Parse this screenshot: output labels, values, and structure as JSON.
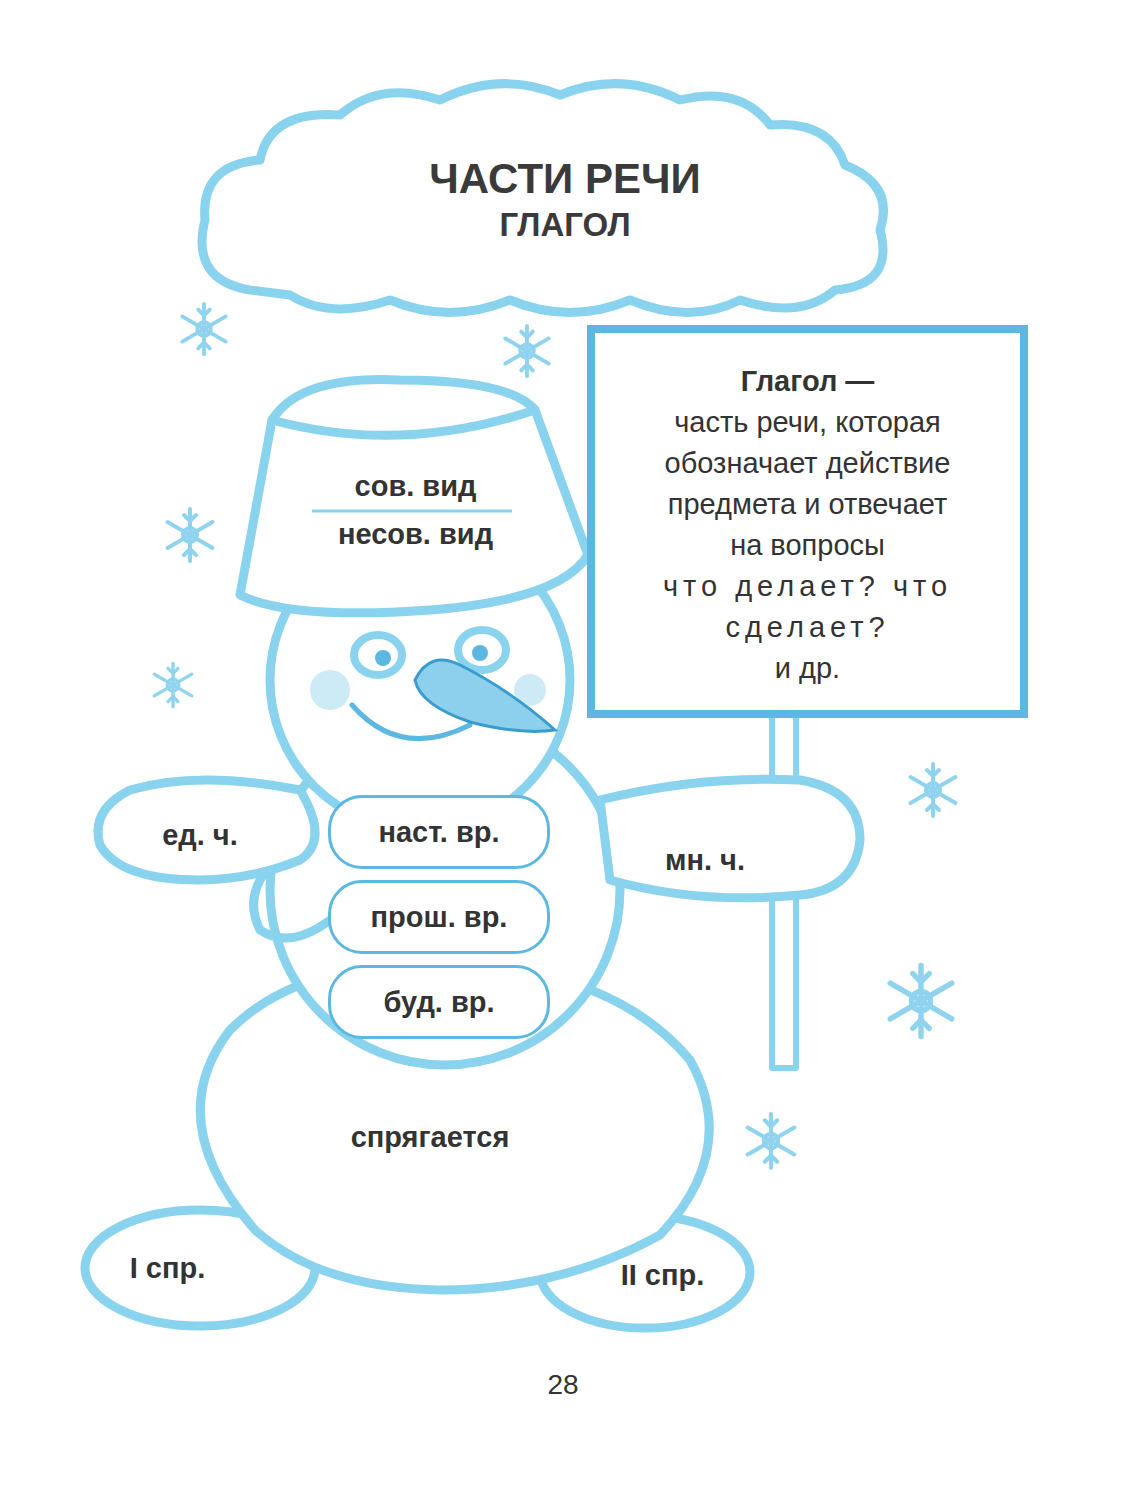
{
  "diagram": {
    "nodes": [
      {
        "text": [
          "ЧАСТИ РЕЧИ",
          "ГЛАГОЛ"
        ]
      },
      {
        "text": [
          "Глагол —",
          "часть речи, которая обозначает действие предмета и отвечает на вопросы",
          "что делает? что сделает?",
          "и др."
        ]
      },
      {
        "text": [
          "сов. вид",
          "несов. вид"
        ]
      },
      {
        "text": [
          "ед. ч."
        ]
      },
      {
        "text": [
          "наст. вр."
        ]
      },
      {
        "text": [
          "прош. вр."
        ]
      },
      {
        "text": [
          "буд. вр."
        ]
      },
      {
        "text": [
          "мн. ч."
        ]
      },
      {
        "text": [
          "спрягается"
        ]
      },
      {
        "text": [
          "I спр."
        ]
      },
      {
        "text": [
          "II спр."
        ]
      }
    ],
    "labels": [
      "28"
    ]
  }
}
